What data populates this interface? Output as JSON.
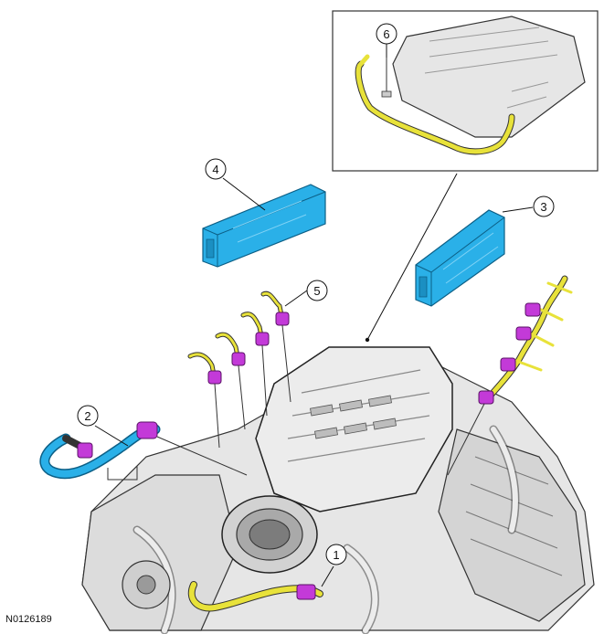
{
  "figure_id": "N0126189",
  "callouts": [
    {
      "id": "c1",
      "label": "1"
    },
    {
      "id": "c2",
      "label": "2"
    },
    {
      "id": "c3",
      "label": "3"
    },
    {
      "id": "c4",
      "label": "4"
    },
    {
      "id": "c5",
      "label": "5"
    },
    {
      "id": "c6",
      "label": "6"
    }
  ],
  "colors": {
    "harness_yellow": "#e8e23a",
    "connector_magenta": "#c33ad8",
    "cover_blue": "#2ab0e8",
    "engine_gray": "#d9d9d9",
    "outline": "#222222"
  }
}
